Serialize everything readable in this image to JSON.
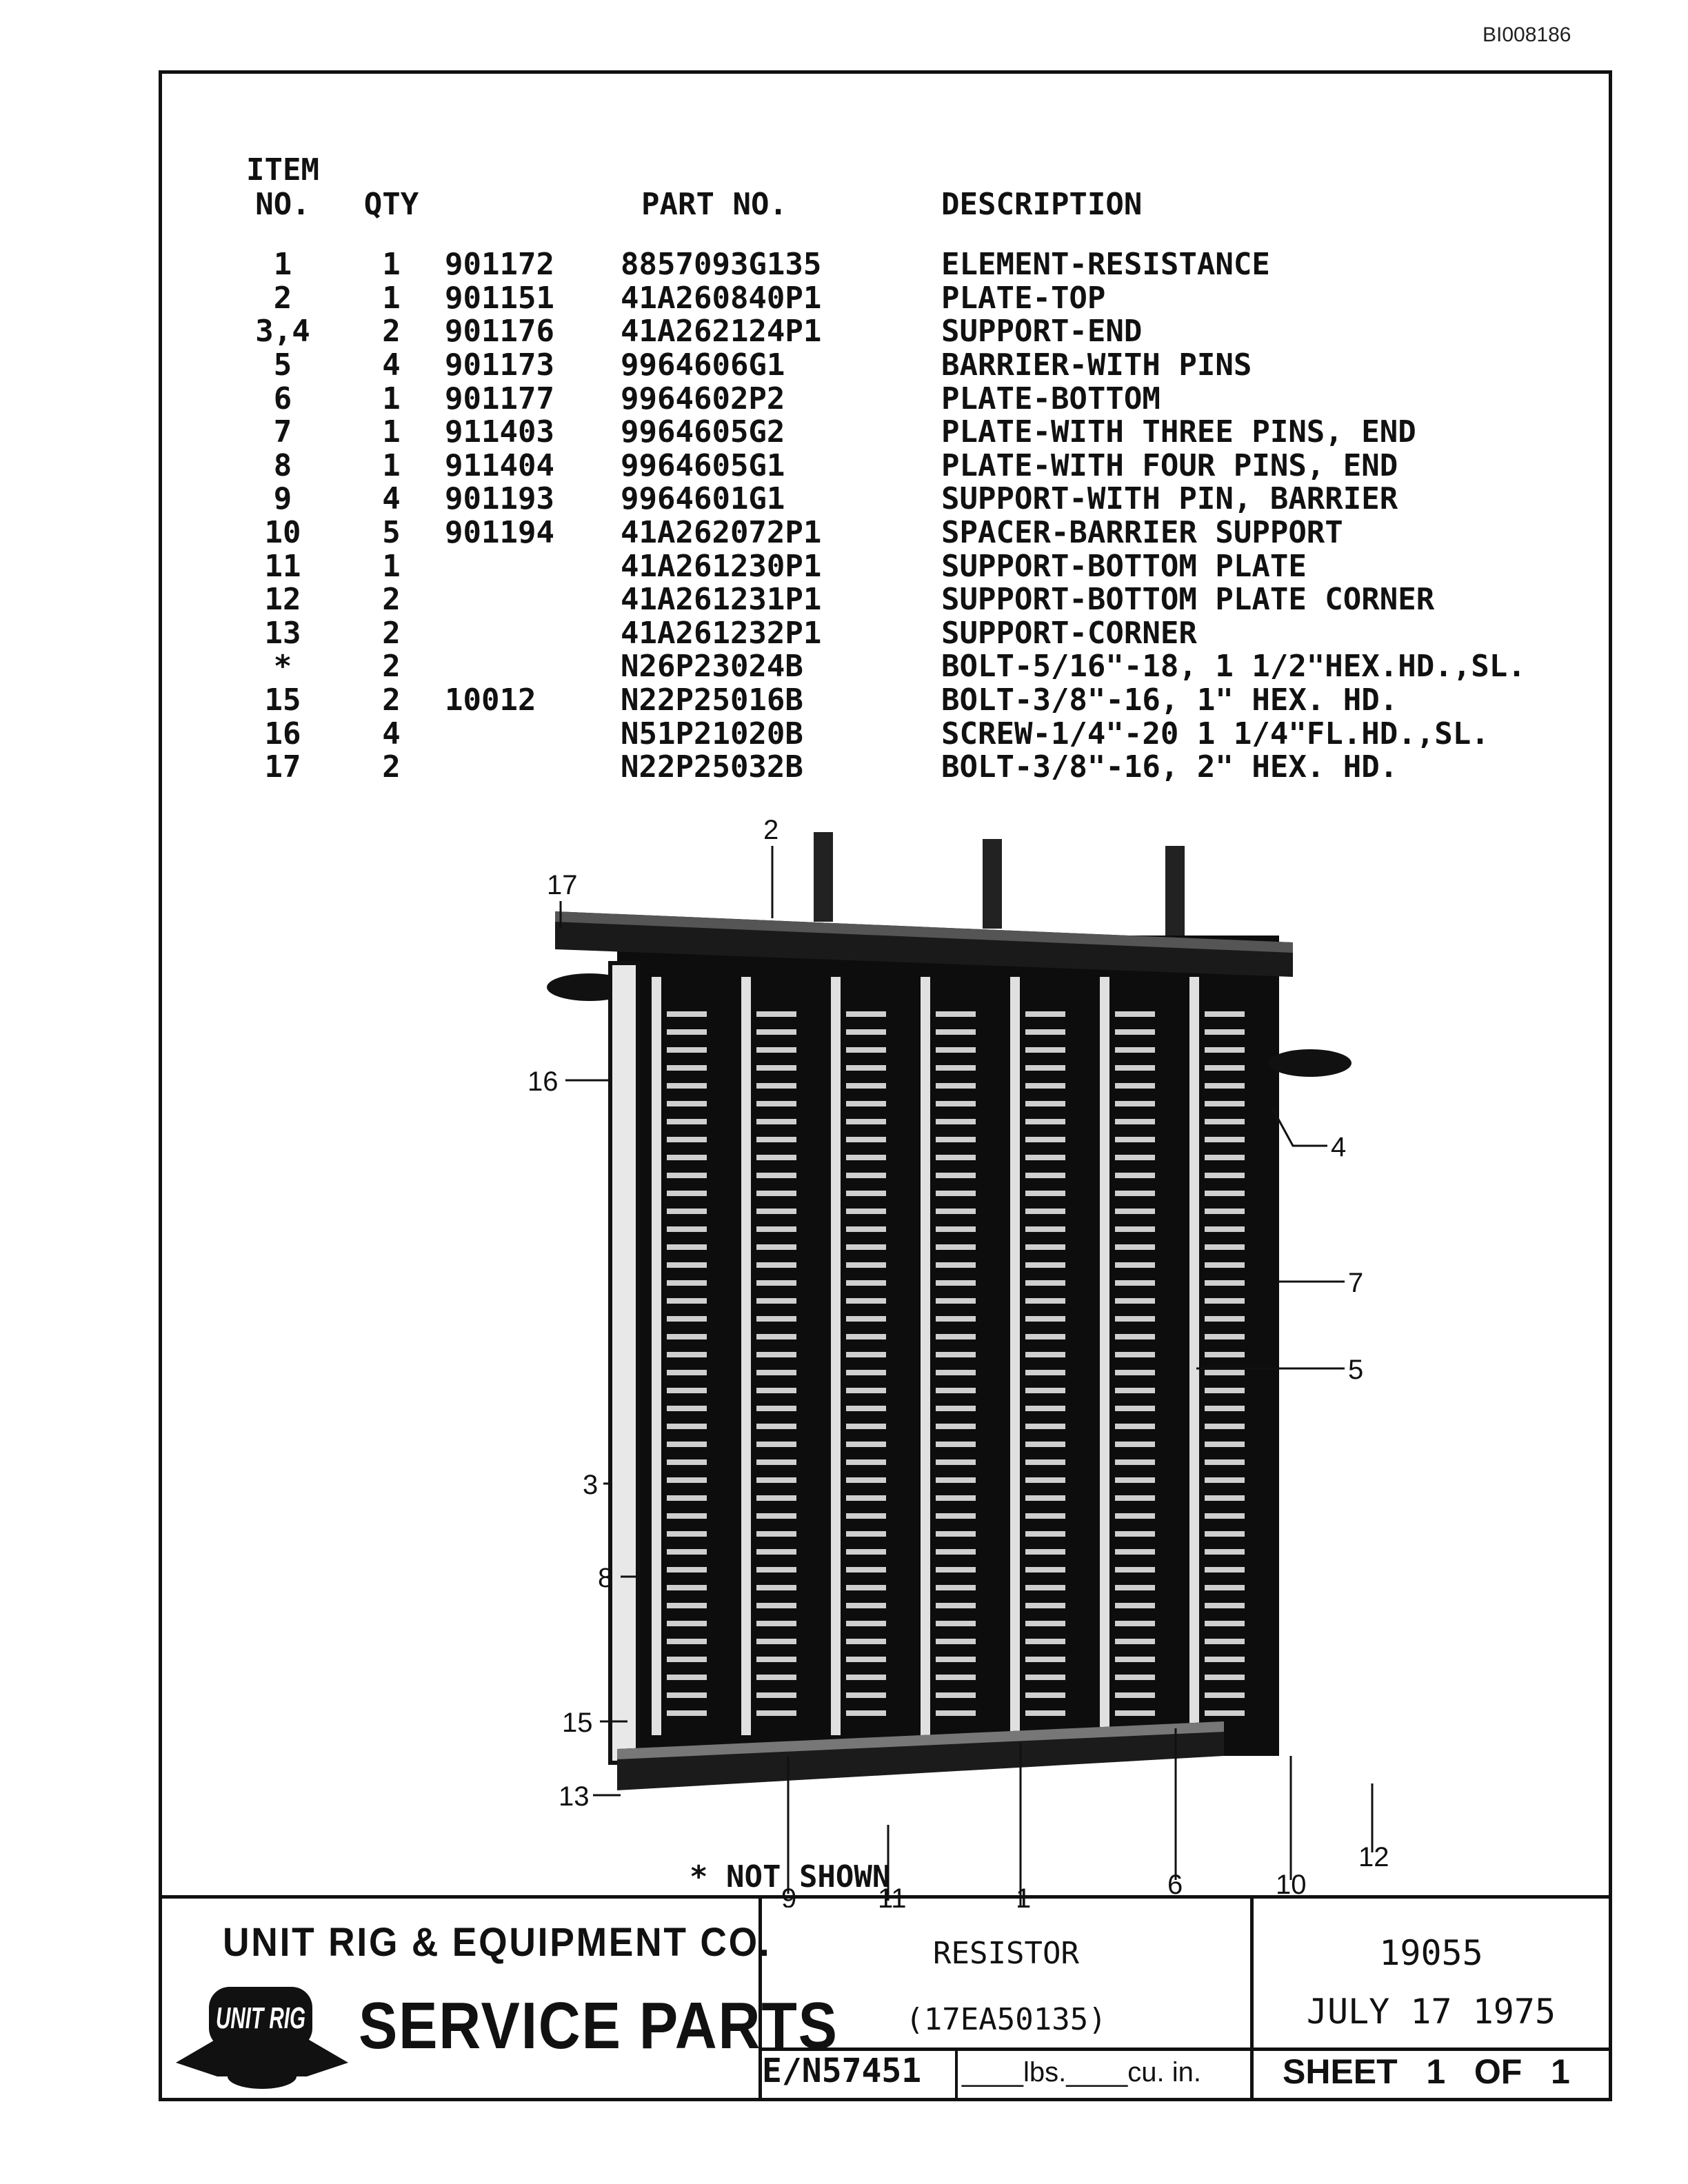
{
  "doc_id": "BI008186",
  "table": {
    "headers": {
      "item": "ITEM\nNO.",
      "qty": "QTY",
      "part": "PART NO.",
      "desc": "DESCRIPTION"
    },
    "rows": [
      {
        "item": "1",
        "qty": "1",
        "cat": "901172",
        "part": "8857093G135",
        "desc": "ELEMENT-RESISTANCE"
      },
      {
        "item": "2",
        "qty": "1",
        "cat": "901151",
        "part": "41A260840P1",
        "desc": "PLATE-TOP"
      },
      {
        "item": "3,4",
        "qty": "2",
        "cat": "901176",
        "part": "41A262124P1",
        "desc": "SUPPORT-END"
      },
      {
        "item": "5",
        "qty": "4",
        "cat": "901173",
        "part": "9964606G1",
        "desc": "BARRIER-WITH PINS"
      },
      {
        "item": "6",
        "qty": "1",
        "cat": "901177",
        "part": "9964602P2",
        "desc": "PLATE-BOTTOM"
      },
      {
        "item": "7",
        "qty": "1",
        "cat": "911403",
        "part": "9964605G2",
        "desc": "PLATE-WITH THREE PINS, END"
      },
      {
        "item": "8",
        "qty": "1",
        "cat": "911404",
        "part": "9964605G1",
        "desc": "PLATE-WITH FOUR PINS, END"
      },
      {
        "item": "9",
        "qty": "4",
        "cat": "901193",
        "part": "9964601G1",
        "desc": "SUPPORT-WITH PIN, BARRIER"
      },
      {
        "item": "10",
        "qty": "5",
        "cat": "901194",
        "part": "41A262072P1",
        "desc": "SPACER-BARRIER SUPPORT"
      },
      {
        "item": "11",
        "qty": "1",
        "cat": "",
        "part": "41A261230P1",
        "desc": "SUPPORT-BOTTOM PLATE"
      },
      {
        "item": "12",
        "qty": "2",
        "cat": "",
        "part": "41A261231P1",
        "desc": "SUPPORT-BOTTOM PLATE CORNER"
      },
      {
        "item": "13",
        "qty": "2",
        "cat": "",
        "part": "41A261232P1",
        "desc": "SUPPORT-CORNER"
      },
      {
        "item": "*",
        "qty": "2",
        "cat": "",
        "part": "N26P23024B",
        "desc": "BOLT-5/16\"-18, 1 1/2\"HEX.HD.,SL."
      },
      {
        "item": "15",
        "qty": "2",
        "cat": "10012",
        "part": "N22P25016B",
        "desc": "BOLT-3/8\"-16, 1\" HEX. HD."
      },
      {
        "item": "16",
        "qty": "4",
        "cat": "",
        "part": "N51P21020B",
        "desc": "SCREW-1/4\"-20 1 1/4\"FL.HD.,SL."
      },
      {
        "item": "17",
        "qty": "2",
        "cat": "",
        "part": "N22P25032B",
        "desc": "BOLT-3/8\"-16, 2\" HEX. HD."
      }
    ]
  },
  "callouts": [
    "17",
    "2",
    "16",
    "4",
    "7",
    "5",
    "3",
    "8",
    "15",
    "13",
    "9",
    "11",
    "1",
    "6",
    "10",
    "12"
  ],
  "note": "* NOT SHOWN",
  "title_block": {
    "company": "UNIT RIG & EQUIPMENT CO.",
    "logo_text": "UNIT RIG",
    "service": "SERVICE PARTS",
    "title": "RESISTOR",
    "subtitle": "(17EA50135)",
    "number": "19055",
    "date": "JULY 17 1975",
    "en": "E/N57451",
    "weight": "____lbs.____cu. in.",
    "sheet": "SHEET   1   OF   1"
  }
}
